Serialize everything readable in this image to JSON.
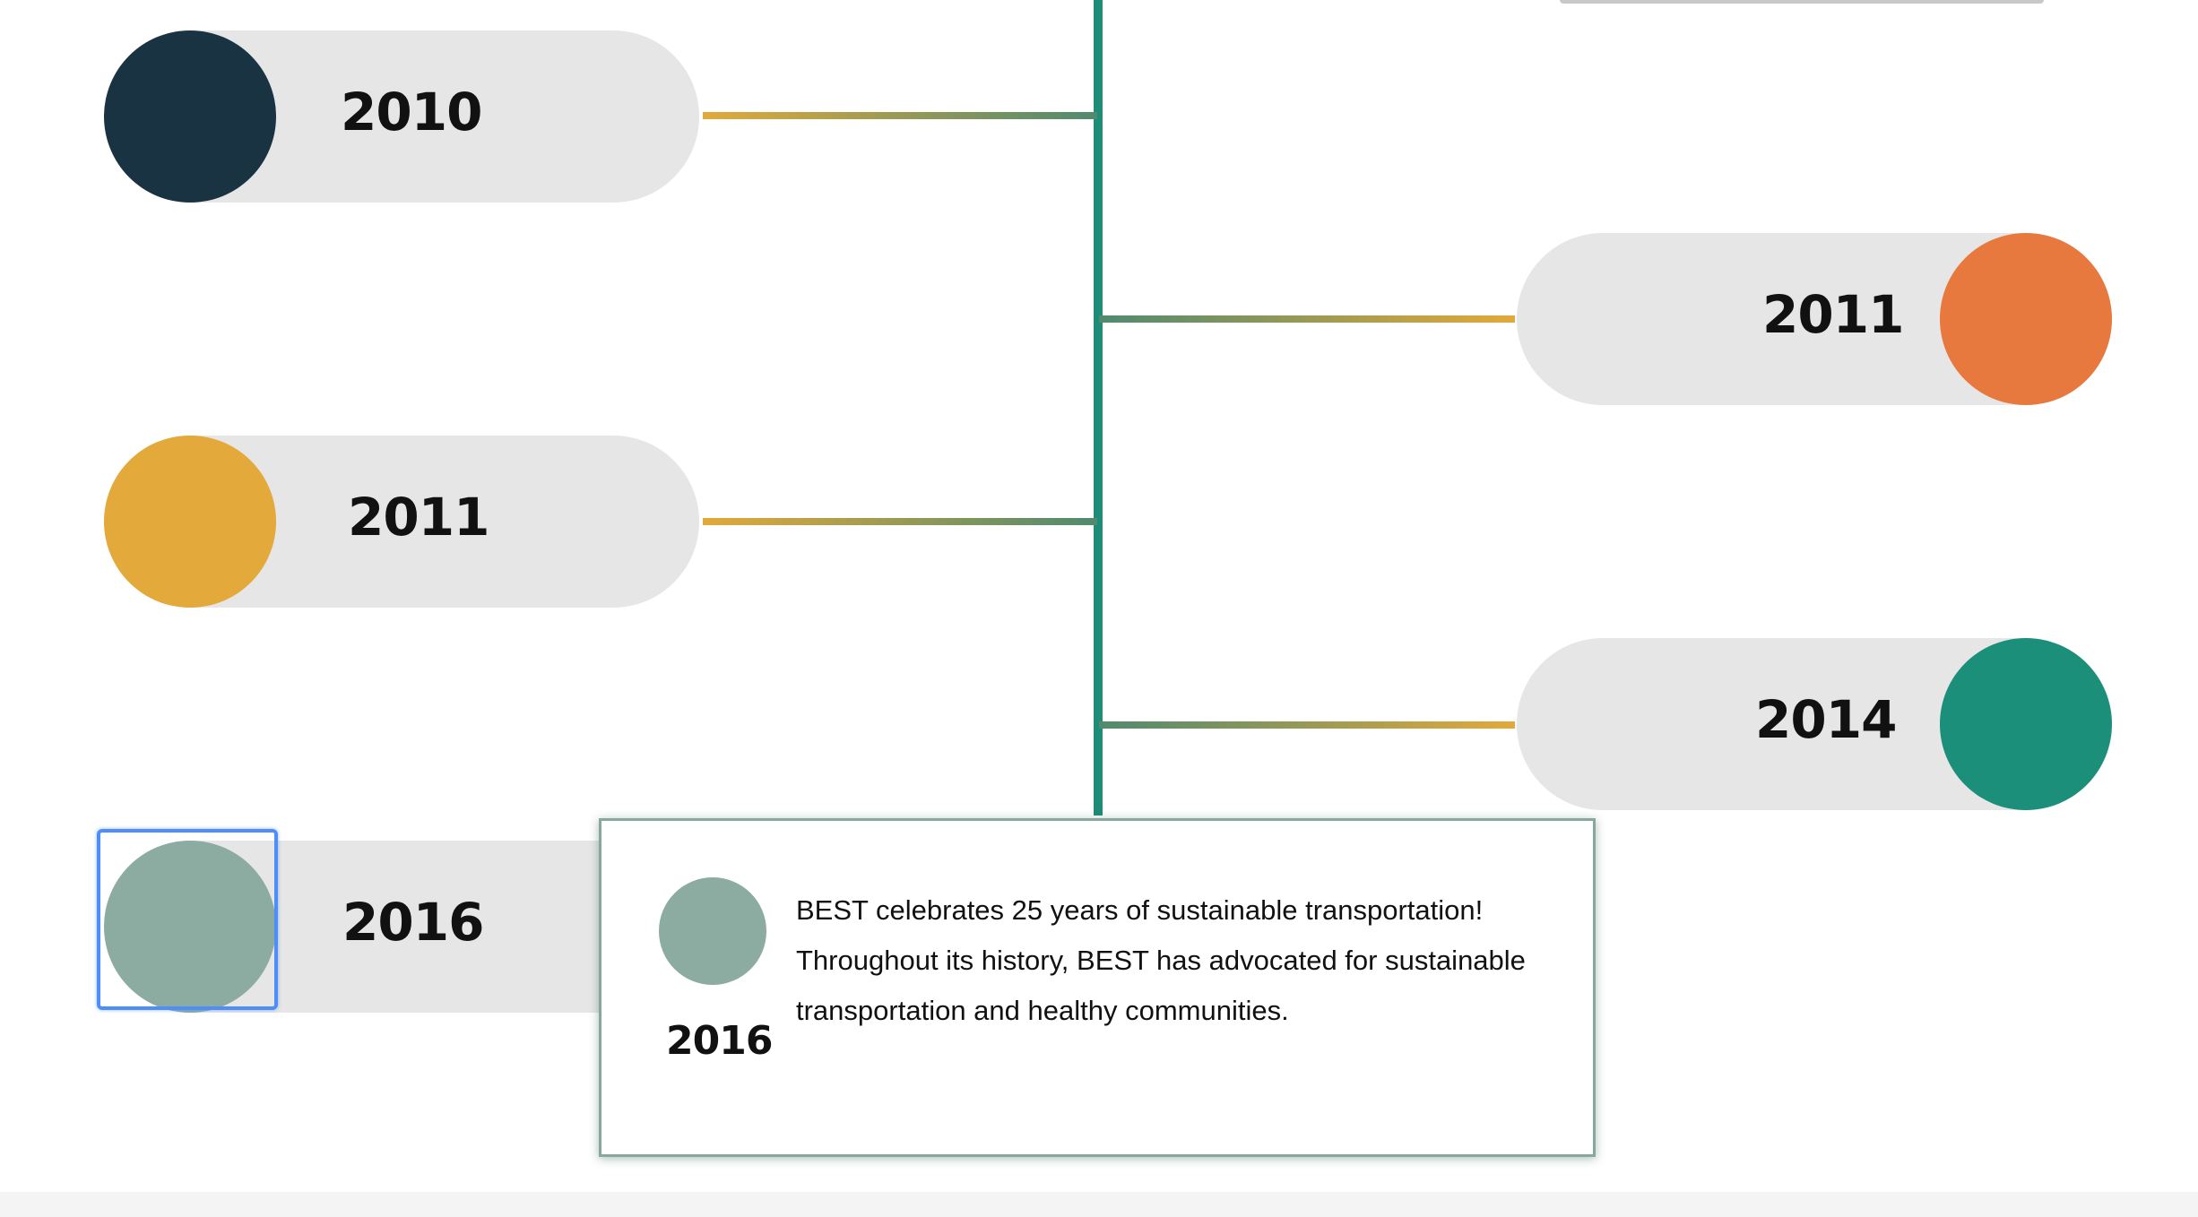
{
  "colors": {
    "spine": "#1e8c77",
    "pill": "#e6e6e6",
    "dark_navy": "#1a3342",
    "mustard": "#e3a93a",
    "orange": "#e8793e",
    "teal": "#1b8f79",
    "sage": "#8caba1"
  },
  "timeline": {
    "left_items": [
      {
        "year": "2010",
        "color": "#1a3342"
      },
      {
        "year": "2011",
        "color": "#e3a93a"
      },
      {
        "year": "2016",
        "color": "#8caba1"
      }
    ],
    "right_items": [
      {
        "year": "2011",
        "color": "#e8793e"
      },
      {
        "year": "2014",
        "color": "#1b8f79"
      }
    ]
  },
  "popup": {
    "year": "2016",
    "color": "#8caba1",
    "text": "BEST celebrates 25 years of sustainable transportation! Throughout its history, BEST has advocated for sustainable transportation and healthy communities."
  }
}
